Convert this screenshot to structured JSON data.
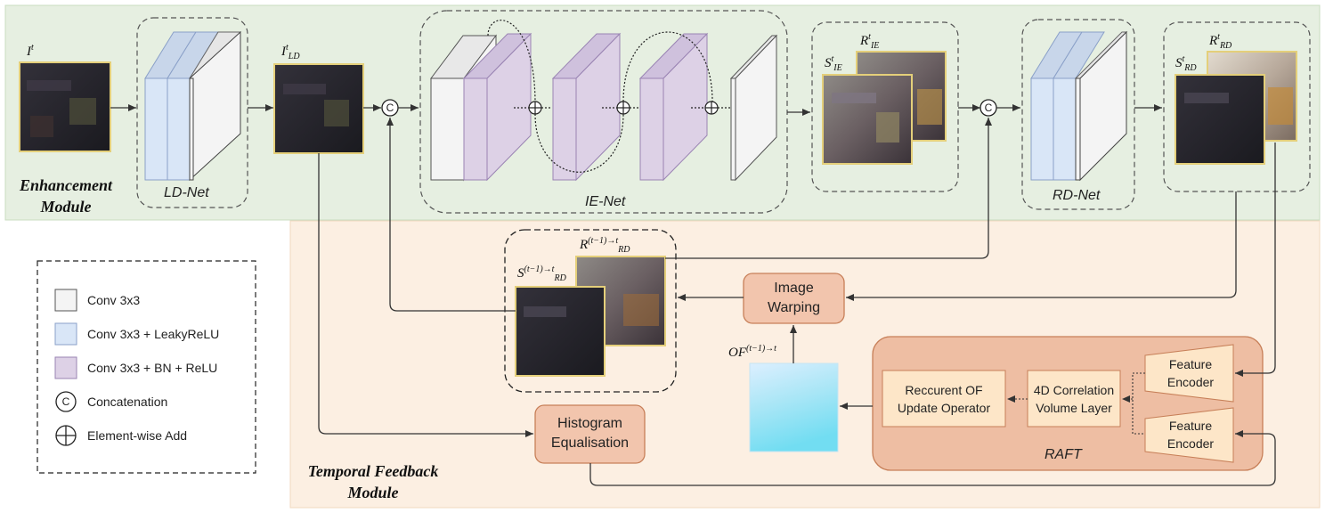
{
  "modules": {
    "enhancement": [
      "Enhancement",
      "Module"
    ],
    "temporal": [
      "Temporal Feedback",
      "Module"
    ]
  },
  "networks": {
    "ld": "LD-Net",
    "ie": "IE-Net",
    "rd": "RD-Net",
    "raft": "RAFT"
  },
  "boxes": {
    "image_warping": [
      "Image",
      "Warping"
    ],
    "histogram": [
      "Histogram",
      "Equalisation"
    ],
    "recurrent_update": [
      "Reccurent OF",
      "Update Operator"
    ],
    "correlation": [
      "4D Correlation",
      "Volume Layer"
    ],
    "feature_encoder": [
      "Feature",
      "Encoder"
    ]
  },
  "symbols": {
    "concat": "C",
    "add": "+"
  },
  "math": {
    "input": {
      "base": "I",
      "sup": "t",
      "sub": ""
    },
    "ld_out": {
      "base": "I",
      "sup": "t",
      "sub": "LD"
    },
    "s_ie": {
      "base": "S",
      "sup": "t",
      "sub": "IE"
    },
    "r_ie": {
      "base": "R",
      "sup": "t",
      "sub": "IE"
    },
    "s_rd": {
      "base": "S",
      "sup": "t",
      "sub": "RD"
    },
    "r_rd": {
      "base": "R",
      "sup": "t",
      "sub": "RD"
    },
    "s_prev": {
      "base": "S",
      "sup": "(t−1)→t",
      "sub": "RD"
    },
    "r_prev": {
      "base": "R",
      "sup": "(t−1)→t",
      "sub": "RD"
    },
    "of": {
      "base": "OF",
      "sup": "(t−1)→t",
      "sub": ""
    }
  },
  "legend": [
    {
      "key": "conv",
      "label": "Conv 3x3"
    },
    {
      "key": "conv_lrelu",
      "label": "Conv 3x3 + LeakyReLU"
    },
    {
      "key": "conv_bn_relu",
      "label": "Conv 3x3 + BN + ReLU"
    },
    {
      "key": "concat",
      "label": "Concatenation"
    },
    {
      "key": "add",
      "label": "Element-wise Add"
    }
  ],
  "colors": {
    "enhancement_bg": "#e6efe1",
    "temporal_bg": "#fcefe2",
    "box_fill": "#f2c5ad",
    "box_stroke": "#c77f58",
    "raft_fill": "#eebea3",
    "inner_box": "#fde6c8",
    "conv": "#f4f4f4",
    "conv_lrelu": "#d9e6f7",
    "conv_bn_relu": "#ddd1e6",
    "image_border": "#e4cf7a"
  }
}
